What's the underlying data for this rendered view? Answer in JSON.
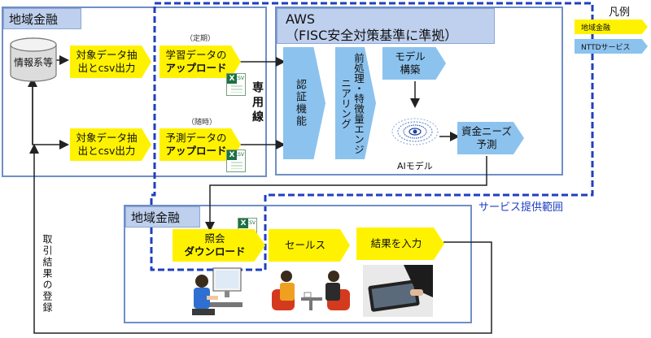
{
  "legend": {
    "title": "凡例",
    "regional": "地域金融",
    "nttd": "NTTDサービス"
  },
  "top_left": {
    "header": "地域金融",
    "db_label": "情報系等",
    "extract_top": [
      "対象データ抽",
      "出とcsv出力"
    ],
    "extract_bottom": [
      "対象データ抽",
      "出とcsv出力"
    ]
  },
  "upload": {
    "periodic_note": "（定期）",
    "learn_line1": "学習データの",
    "learn_line2": "アップロード",
    "adhoc_note": "（随時）",
    "predict_line1": "予測データの",
    "predict_line2": "アップロード",
    "dedicated_line": "専用線"
  },
  "aws": {
    "title_line1": "AWS",
    "title_line2": "（FISC安全対策基準に準拠）",
    "auth": "認証機能",
    "preprocess": "前処理・特徴量エンジニアリング",
    "model_build": [
      "モデル",
      "構築"
    ],
    "ai_model": "AIモデル",
    "demand_predict": [
      "資金ニーズ",
      "予測"
    ]
  },
  "service_scope": "サービス提供範囲",
  "bottom": {
    "header": "地域金融",
    "inquiry_line1": "照会",
    "inquiry_line2": "ダウンロード",
    "sales": "セールス",
    "input_result": "結果を入力",
    "side_label": "取引結果の登録"
  },
  "colors": {
    "yellow": "#fff200",
    "blue_box": "#8cc2ee",
    "header_blue": "#bed0ee",
    "frame_blue": "#6f8fc6",
    "dashed_blue": "#1f3fbf"
  }
}
